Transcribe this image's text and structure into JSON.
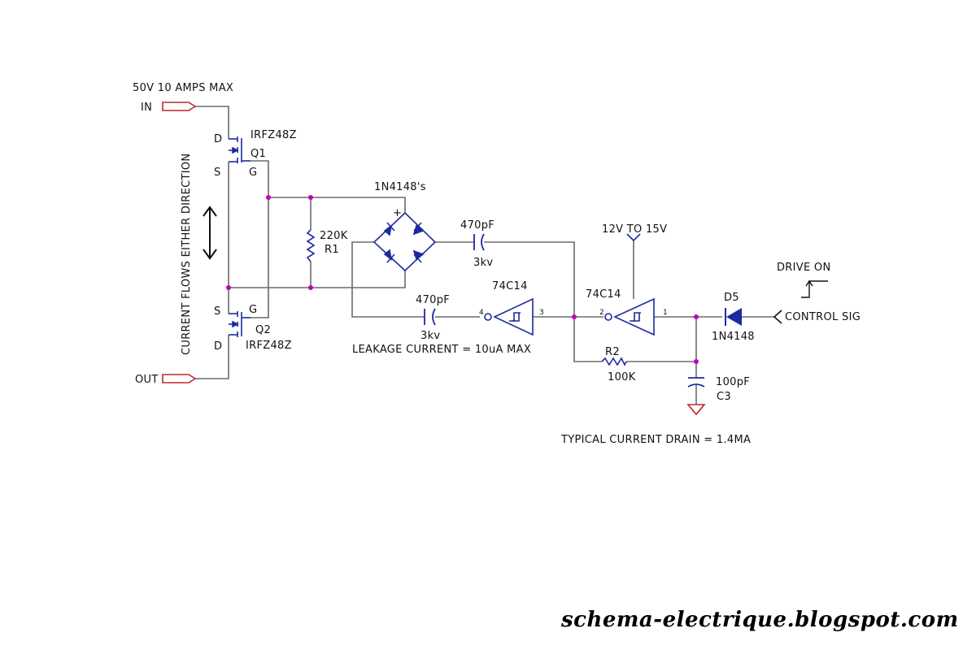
{
  "labels": {
    "supply": "50V 10 AMPS MAX",
    "in": "IN",
    "out": "OUT",
    "q1_d": "D",
    "q1_s": "S",
    "q1_g": "G",
    "q1_part": "IRFZ48Z",
    "q1_ref": "Q1",
    "q2_s": "S",
    "q2_d": "D",
    "q2_g": "G",
    "q2_part": "IRFZ48Z",
    "q2_ref": "Q2",
    "current_note": "CURRENT FLOWS EITHER DIRECTION",
    "r1_val": "220K",
    "r1_ref": "R1",
    "bridge": "1N4148's",
    "plus": "+",
    "c1_val": "470pF",
    "c1_rating": "3kv",
    "c2_val": "470pF",
    "c2_rating": "3kv",
    "leakage": "LEAKAGE CURRENT = 10uA MAX",
    "u1": "74C14",
    "u1_pin_in": "4",
    "u1_pin_out": "3",
    "u2": "74C14",
    "u2_pin_in": "2",
    "u2_pin_out": "1",
    "vcc": "12V TO 15V",
    "r2_ref": "R2",
    "r2_val": "100K",
    "c3_val": "100pF",
    "c3_ref": "C3",
    "d5_ref": "D5",
    "d5_part": "1N4148",
    "drive_on": "DRIVE ON",
    "control": "CONTROL SIG",
    "drain": "TYPICAL CURRENT DRAIN = 1.4MA"
  },
  "watermark": "schema-electrique.blogspot.com",
  "colors": {
    "wire": "#6b6b6b",
    "component": "#1d2a9e",
    "node": "#c000c0",
    "connector": "#c0262d",
    "ground": "#c0262d"
  }
}
